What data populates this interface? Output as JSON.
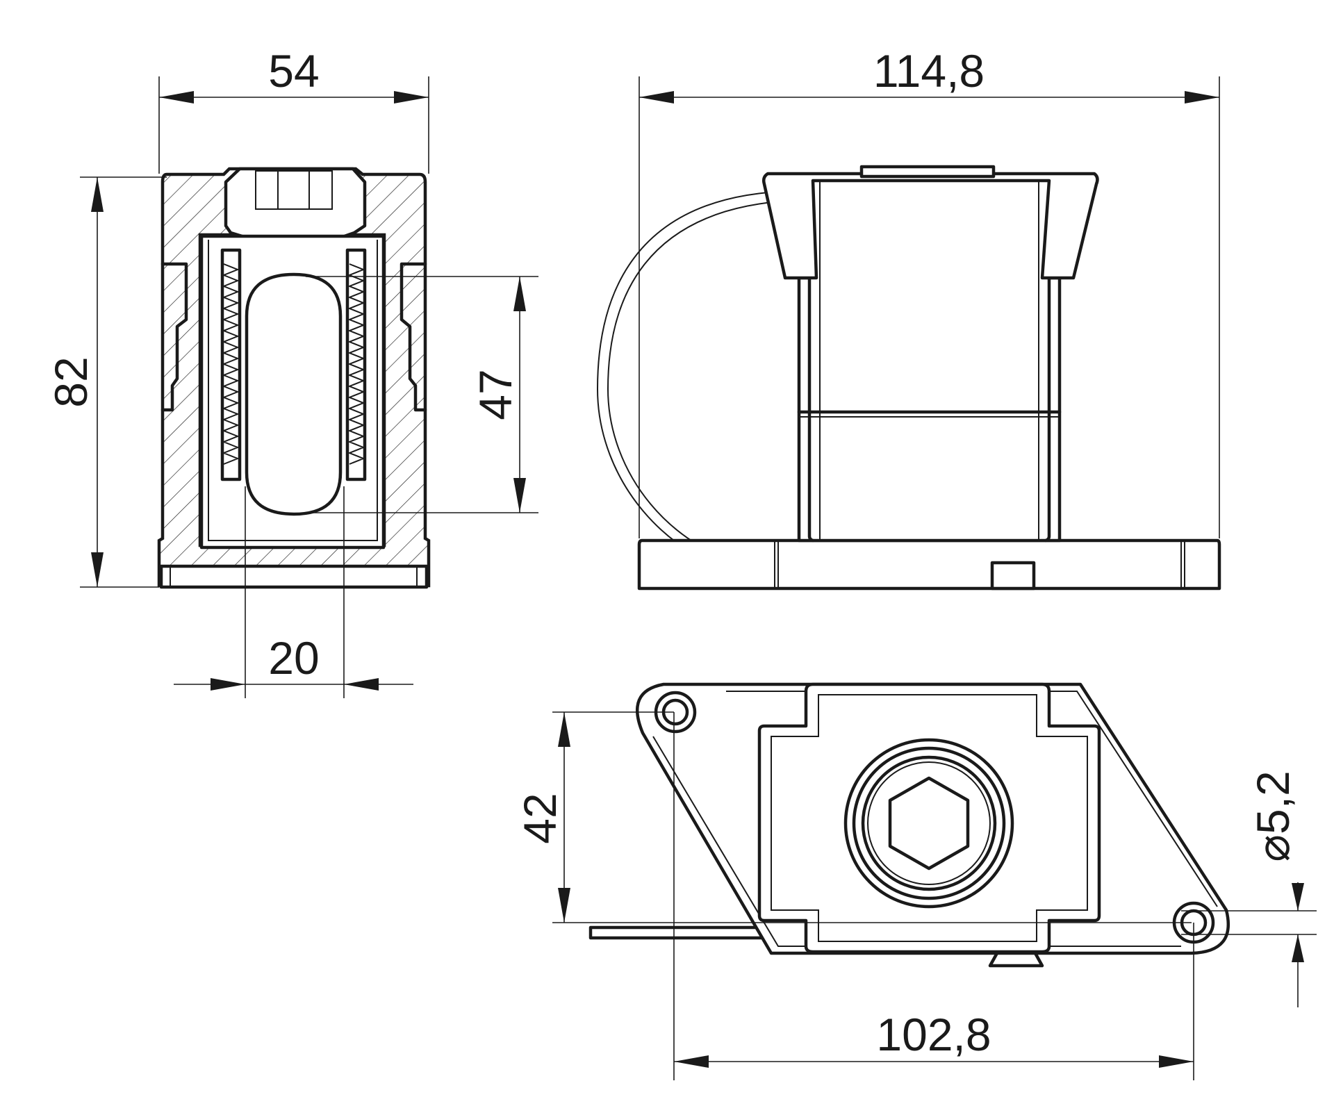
{
  "dimensions": {
    "width_54": "54",
    "height_82": "82",
    "slot_47": "47",
    "slot_20": "20",
    "length_114_8": "114,8",
    "hole_spacing_42": "42",
    "hole_spacing_102_8": "102,8",
    "hole_diameter": "⌀5,2"
  },
  "colors": {
    "line": "#1a1a1a",
    "background": "#ffffff"
  }
}
